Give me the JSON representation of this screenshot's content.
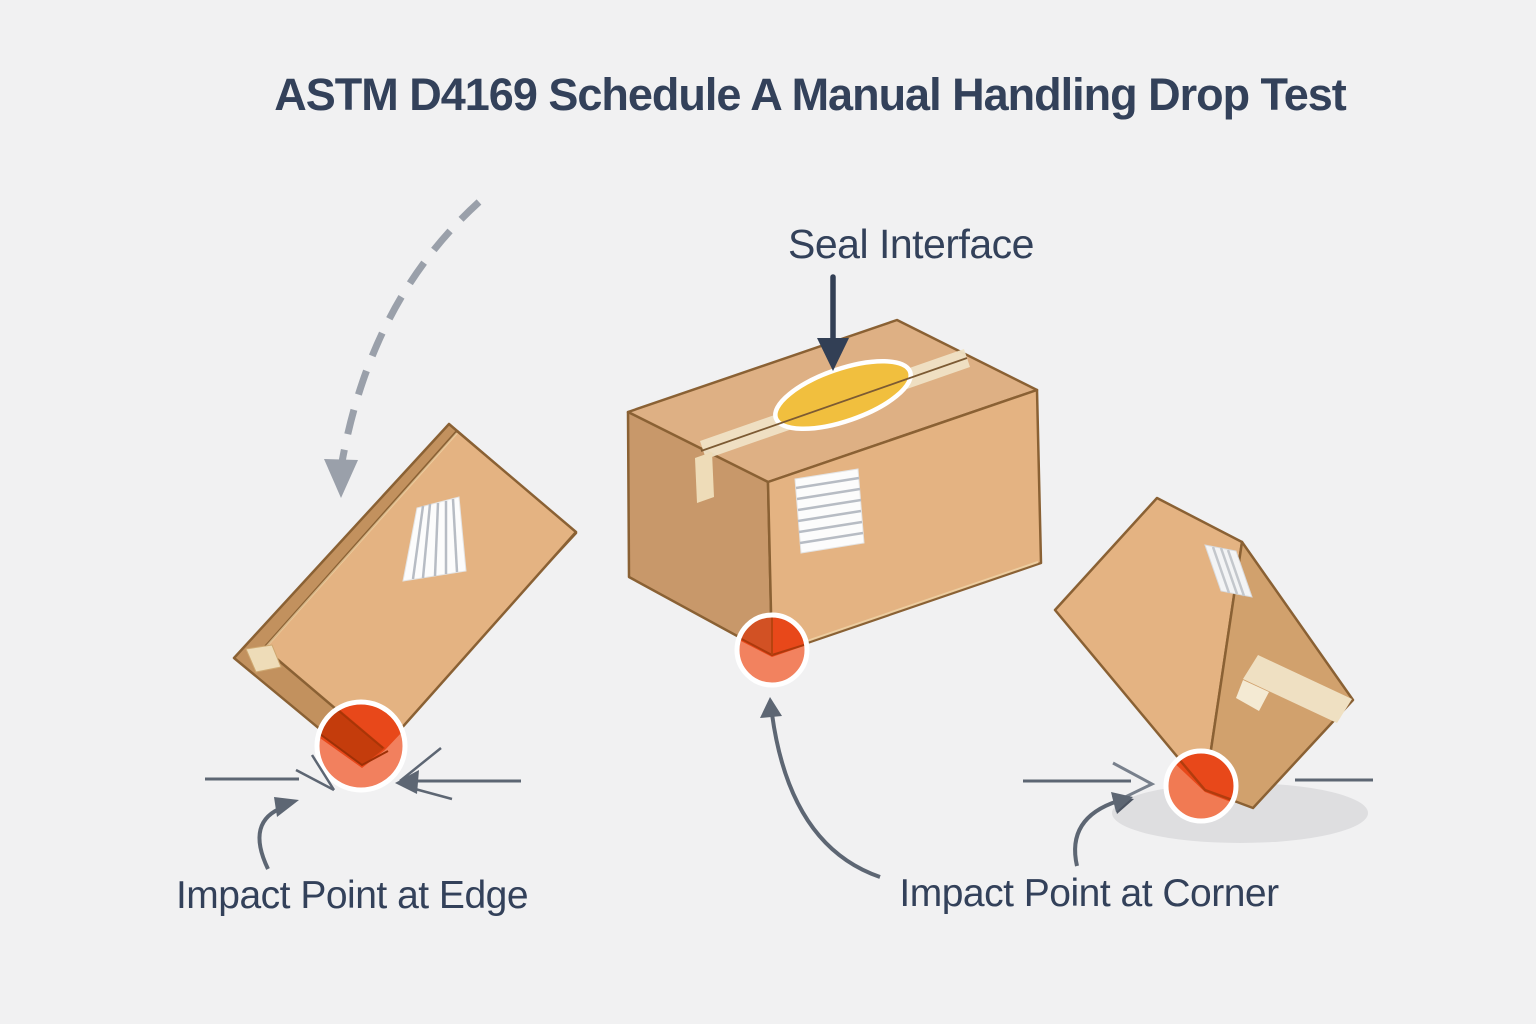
{
  "title": {
    "text": "ASTM D4169 Schedule A Manual Handling Drop Test"
  },
  "annotations": {
    "seal_interface": "Seal Interface",
    "impact_edge": "Impact Point at Edge",
    "impact_corner": "Impact Point at Corner"
  },
  "colors": {
    "background": "#f1f1f2",
    "text": "#33415a",
    "box_face_light": "#e4b382",
    "box_face_medium": "#d1a16d",
    "box_face_dark": "#c8986a",
    "box_outline": "#8a6134",
    "tape": "#efe0c2",
    "label_fill": "#fcfcfc",
    "label_lines": "#b7bcc4",
    "impact_red": "#e8481a",
    "impact_red_dark": "#c43c0c",
    "impact_red_light": "#f2825f",
    "seal_highlight": "#f1bf3e",
    "arrow_gray": "#9aa0aa",
    "arrow_slate": "#5d6673",
    "arrow_navy": "#323f55",
    "shadow": "#dedee0"
  }
}
